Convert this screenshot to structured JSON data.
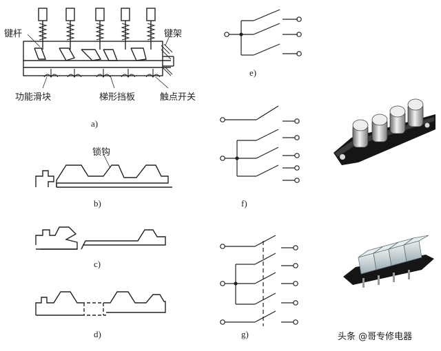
{
  "panel_a": {
    "caption": "a)",
    "label_key_stem": "键杆",
    "label_key_frame": "键架",
    "label_function_slider": "功能滑块",
    "label_trapezoid_block": "梯形挡板",
    "label_contact_switch": "触点开关"
  },
  "panel_b": {
    "caption": "b)",
    "label_latch_hook": "锁钩"
  },
  "panel_c": {
    "caption": "c)"
  },
  "panel_d": {
    "caption": "d)"
  },
  "panel_e": {
    "caption": "e)"
  },
  "panel_f": {
    "caption": "f)"
  },
  "panel_g": {
    "caption": "g)"
  },
  "watermark": {
    "text": "头条 @哥专修电器"
  },
  "colors": {
    "line": "#222222",
    "key_body": "#c9d2d4",
    "base": "#1a1a1a"
  }
}
